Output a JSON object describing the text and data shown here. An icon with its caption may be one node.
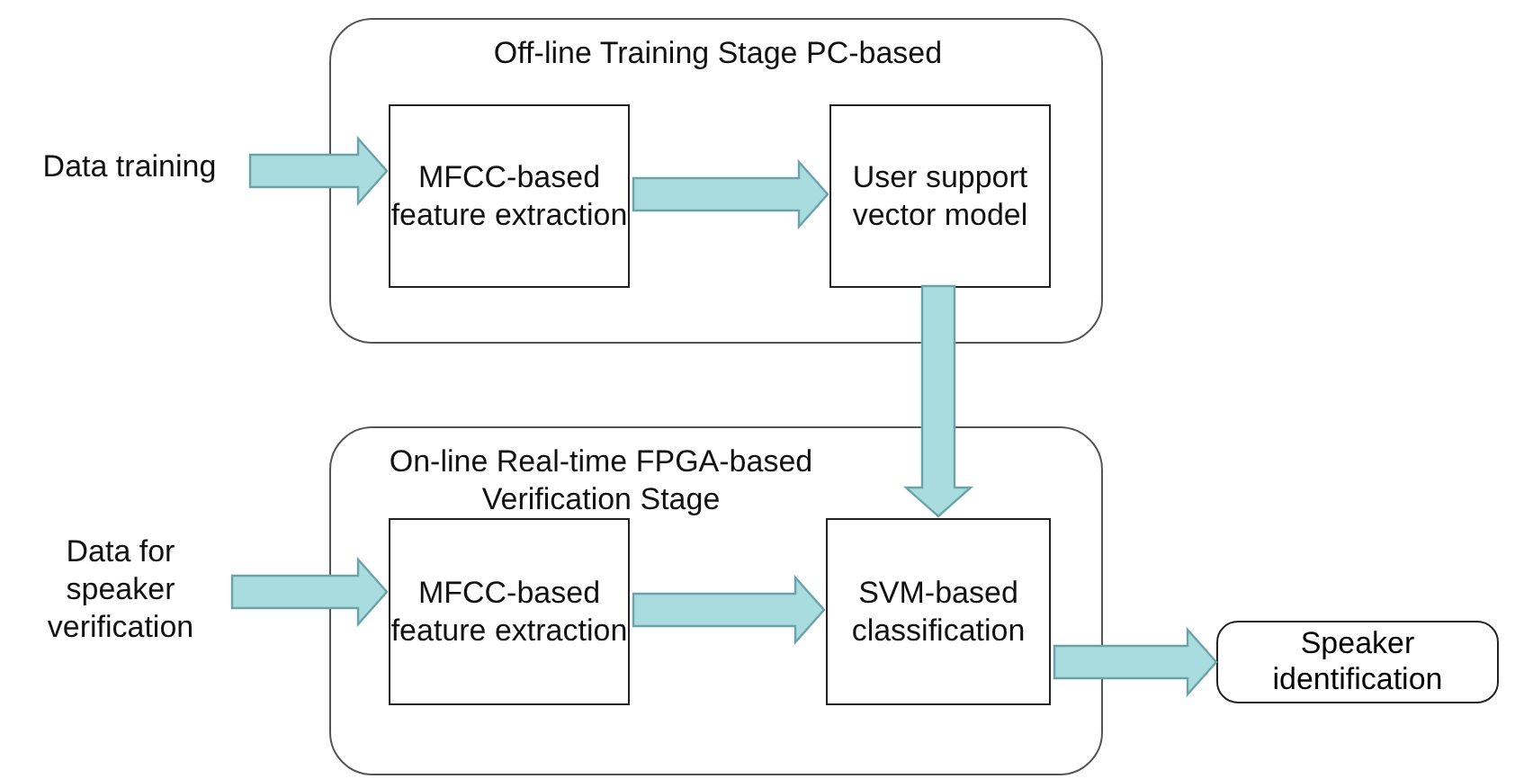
{
  "diagram": {
    "nodes": [
      {
        "text": [
          "Off-line Training Stage PC-based"
        ]
      },
      {
        "text": [
          "MFCC-based feature extraction"
        ],
        "in": 0
      },
      {
        "text": [
          "User support vector model"
        ],
        "in": 0
      },
      {
        "text": [
          "Data training"
        ]
      },
      {
        "text": [
          "On-line Real-time FPGA-based Verification Stage"
        ]
      },
      {
        "text": [
          "MFCC-based feature extraction"
        ],
        "in": 4
      },
      {
        "text": [
          "SVM-based classification"
        ],
        "in": 4
      },
      {
        "text": [
          "Data for speaker verification"
        ]
      },
      {
        "text": [
          "Speaker identification"
        ]
      }
    ],
    "edges": [
      {
        "from": 3,
        "to": 1,
        "arrow": "to"
      },
      {
        "from": 1,
        "to": 2,
        "arrow": "to"
      },
      {
        "from": 2,
        "to": 6,
        "arrow": "to"
      },
      {
        "from": 7,
        "to": 5,
        "arrow": "to"
      },
      {
        "from": 5,
        "to": 6,
        "arrow": "to"
      },
      {
        "from": 6,
        "to": 8,
        "arrow": "to"
      }
    ]
  }
}
